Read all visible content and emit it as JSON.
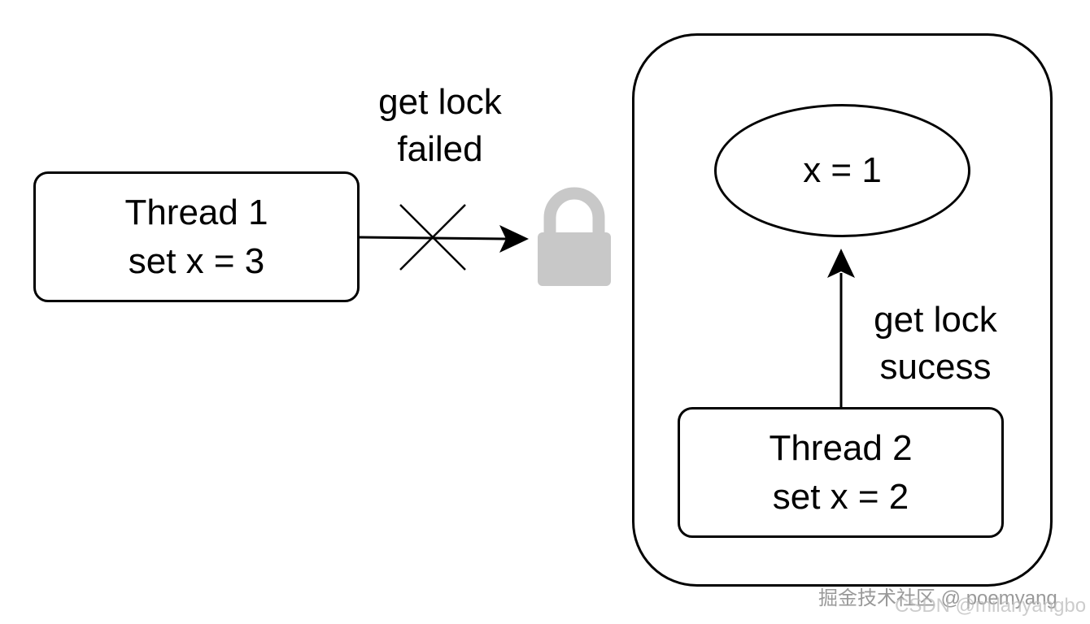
{
  "thread1": {
    "line1": "Thread 1",
    "line2": "set x = 3"
  },
  "thread2": {
    "line1": "Thread 2",
    "line2": "set x = 2"
  },
  "shared_value": "x = 1",
  "failed_label": {
    "line1": "get lock",
    "line2": "failed"
  },
  "success_label": {
    "line1": "get lock",
    "line2": "sucess"
  },
  "icons": {
    "lock": "lock-icon",
    "blocked": "cross-icon"
  },
  "colors": {
    "lock": "#c8c8c8",
    "stroke": "#000000"
  },
  "watermarks": {
    "primary": "掘金技术社区 @ poemyang",
    "secondary": "CSDN @milanyangbo"
  }
}
